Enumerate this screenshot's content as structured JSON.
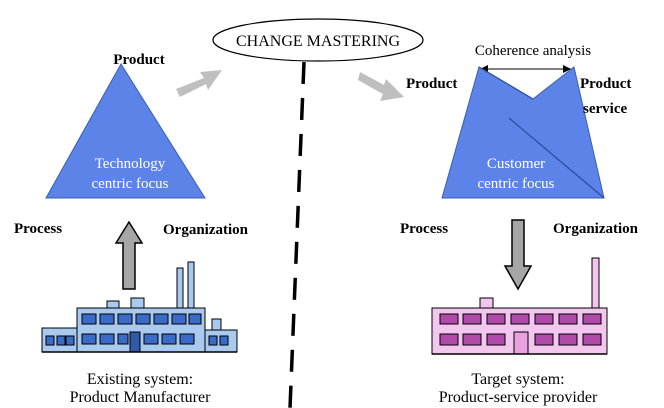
{
  "title": "CHANGE MASTERING",
  "left": {
    "product": "Product",
    "process": "Process",
    "organization": "Organization",
    "focus_line1": "Technology",
    "focus_line2": "centric focus",
    "system_line1": "Existing system:",
    "system_line2": "Product Manufacturer"
  },
  "right": {
    "coherence": "Coherence analysis",
    "product": "Product",
    "product_service_line1": "Product",
    "product_service_line2": "service",
    "process": "Process",
    "organization": "Organization",
    "focus_line1": "Customer",
    "focus_line2": "centric focus",
    "system_line1": "Target system:",
    "system_line2": "Product-service provider"
  },
  "colors": {
    "triangle_fill": "#5b83e8",
    "triangle_stroke": "#3a5fb0",
    "arrow_gray": "#bfbfbf",
    "factory_blue": "#a9c9ef",
    "factory_pink": "#f2c6ee"
  }
}
